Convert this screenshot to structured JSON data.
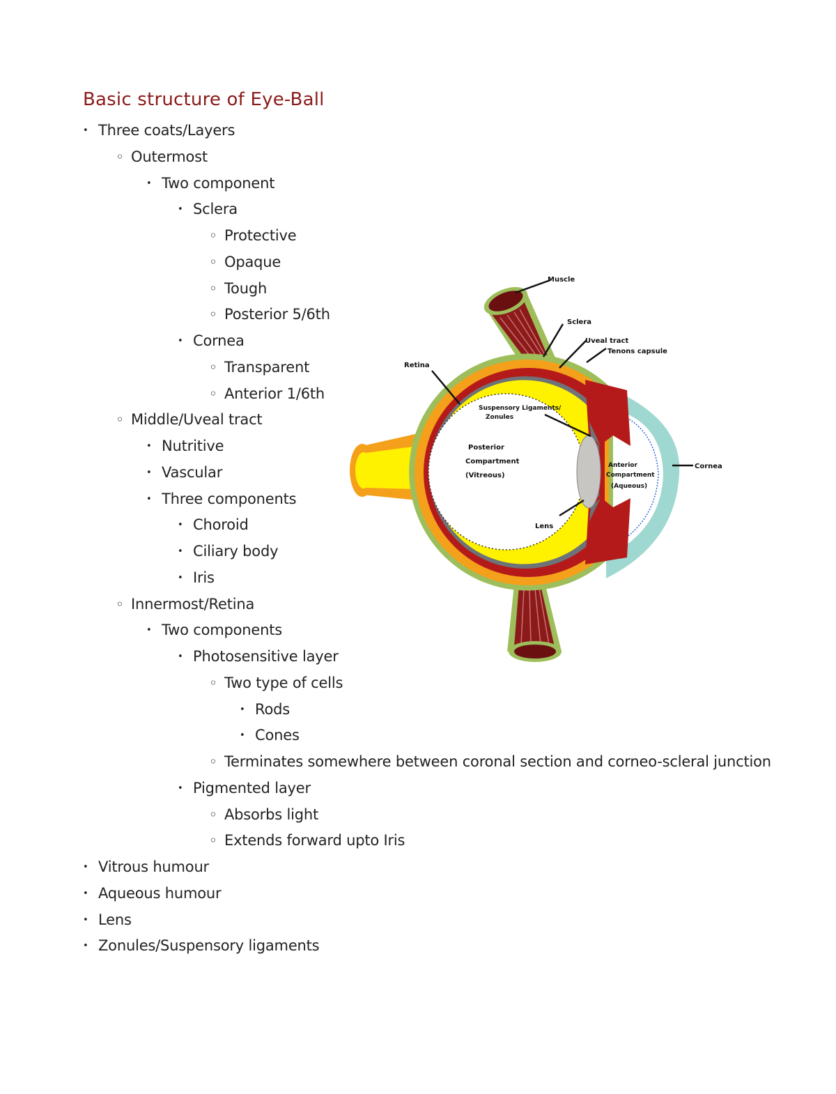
{
  "title": "Basic structure of Eye-Ball",
  "outline": [
    {
      "level": 0,
      "bullet": "square",
      "text": "Three coats/Layers"
    },
    {
      "level": 1,
      "bullet": "circle",
      "text": "Outermost"
    },
    {
      "level": 2,
      "bullet": "square",
      "text": "Two component"
    },
    {
      "level": 3,
      "bullet": "square",
      "text": "Sclera"
    },
    {
      "level": 4,
      "bullet": "circle",
      "text": "Protective"
    },
    {
      "level": 4,
      "bullet": "circle",
      "text": "Opaque"
    },
    {
      "level": 4,
      "bullet": "circle",
      "text": "Tough"
    },
    {
      "level": 4,
      "bullet": "circle",
      "text": "Posterior 5/6th"
    },
    {
      "level": 3,
      "bullet": "square",
      "text": "Cornea"
    },
    {
      "level": 4,
      "bullet": "circle",
      "text": "Transparent"
    },
    {
      "level": 4,
      "bullet": "circle",
      "text": "Anterior 1/6th"
    },
    {
      "level": 1,
      "bullet": "circle",
      "text": "Middle/Uveal tract"
    },
    {
      "level": 2,
      "bullet": "square",
      "text": "Nutritive"
    },
    {
      "level": 2,
      "bullet": "square",
      "text": "Vascular"
    },
    {
      "level": 2,
      "bullet": "square",
      "text": "Three components"
    },
    {
      "level": 3,
      "bullet": "square",
      "text": "Choroid"
    },
    {
      "level": 3,
      "bullet": "square",
      "text": "Ciliary body"
    },
    {
      "level": 3,
      "bullet": "square",
      "text": "Iris"
    },
    {
      "level": 1,
      "bullet": "circle",
      "text": "Innermost/Retina"
    },
    {
      "level": 2,
      "bullet": "square",
      "text": "Two components"
    },
    {
      "level": 3,
      "bullet": "square",
      "text": "Photosensitive layer"
    },
    {
      "level": 4,
      "bullet": "circle",
      "text": "Two type of cells"
    },
    {
      "level": 5,
      "bullet": "square",
      "text": "Rods"
    },
    {
      "level": 5,
      "bullet": "square",
      "text": "Cones"
    },
    {
      "level": 4,
      "bullet": "circle",
      "text": "Terminates somewhere between coronal section and corneo-scleral junction"
    },
    {
      "level": 3,
      "bullet": "square",
      "text": "Pigmented layer"
    },
    {
      "level": 4,
      "bullet": "circle",
      "text": "Absorbs light"
    },
    {
      "level": 4,
      "bullet": "circle",
      "text": "Extends forward upto Iris"
    },
    {
      "level": 0,
      "bullet": "square",
      "text": "Vitrous humour"
    },
    {
      "level": 0,
      "bullet": "square",
      "text": "Aqueous humour"
    },
    {
      "level": 0,
      "bullet": "square",
      "text": "Lens"
    },
    {
      "level": 0,
      "bullet": "square",
      "text": "Zonules/Suspensory ligaments"
    }
  ],
  "diagram": {
    "labels": {
      "muscle": "Muscle",
      "sclera": "Sclera",
      "uveal_tract": "Uveal tract",
      "tenons_capsule": "Tenons capsule",
      "retina": "Retina",
      "suspensory_1": "Suspensory Ligaments/",
      "suspensory_2": "Zonules",
      "posterior_1": "Posterior",
      "posterior_2": "Compartment",
      "posterior_3": "(Vitreous)",
      "anterior_1": "Anterior",
      "anterior_2": "Compartment",
      "anterior_3": "(Aqueous)",
      "cornea": "Cornea",
      "lens": "Lens"
    },
    "colors": {
      "tenon": "#9DBE5B",
      "sclera": "#F5A01A",
      "uvea": "#B51A1A",
      "pigment": "#6E7378",
      "retina": "#FFF200",
      "cornea": "#9ED8D0",
      "lens": "#C8C6C2",
      "muscle": "#8B1A1A",
      "title": "#8B1A1A"
    }
  }
}
